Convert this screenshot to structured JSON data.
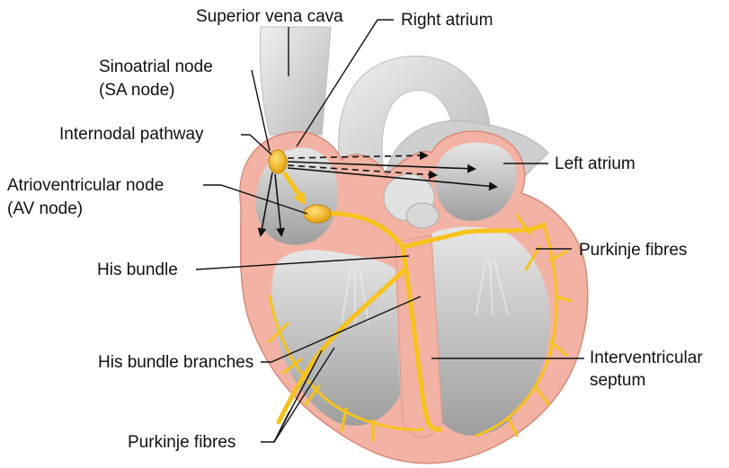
{
  "labels": {
    "superior_vena_cava": "Superior vena cava",
    "right_atrium": "Right atrium",
    "sa_node_line1": "Sinoatrial node",
    "sa_node_line2": "(SA node)",
    "internodal_pathway": "Internodal pathway",
    "av_node_line1": "Atrioventricular node",
    "av_node_line2": "(AV node)",
    "left_atrium": "Left atrium",
    "purkinje_fibres_right": "Purkinje fibres",
    "his_bundle": "His bundle",
    "his_bundle_branches": "His bundle branches",
    "interventricular_line1": "Interventricular",
    "interventricular_line2": "septum",
    "purkinje_fibres_bottom": "Purkinje fibres"
  },
  "colors": {
    "heart_tissue": "#f2b3a5",
    "tissue_dark": "#e08a7c",
    "chamber_grey": "#c9c9c9",
    "vessel_grey": "#d6d6d6",
    "conduction_yellow": "#f7c21b",
    "conduction_dark": "#d99a00",
    "label_text": "#111111"
  }
}
